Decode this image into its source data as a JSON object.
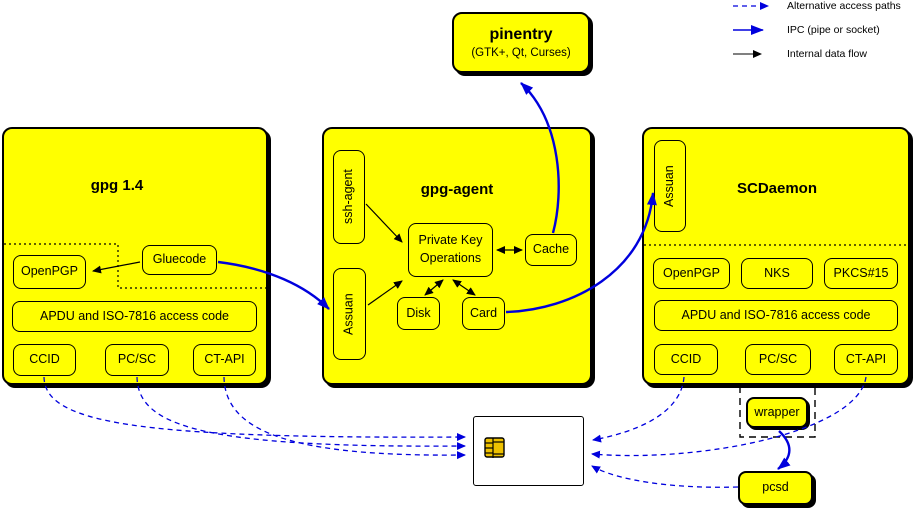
{
  "colors": {
    "fill_yellow": "#ffff00",
    "line_blue": "#0000dd",
    "line_black": "#000000",
    "chip_gold": "#eec100"
  },
  "legend": {
    "items": [
      {
        "id": "alt-paths",
        "label": "Alternative access paths"
      },
      {
        "id": "ipc",
        "label": "IPC (pipe or socket)"
      },
      {
        "id": "internal",
        "label": "Internal data flow"
      }
    ]
  },
  "pinentry": {
    "title": "pinentry",
    "subtitle": "(GTK+, Qt, Curses)"
  },
  "gpg14": {
    "title": "gpg 1.4",
    "boxes": {
      "openpgp": "OpenPGP",
      "gluecode": "Gluecode",
      "apdu": "APDU and ISO-7816 access code",
      "ccid": "CCID",
      "pcsc": "PC/SC",
      "ctapi": "CT-API"
    }
  },
  "gpg_agent": {
    "title": "gpg-agent",
    "boxes": {
      "ssh_agent": "ssh-agent",
      "assuan": "Assuan",
      "private_key_ops_lines": [
        "Private Key",
        "Operations"
      ],
      "cache": "Cache",
      "disk": "Disk",
      "card": "Card"
    }
  },
  "scdaemon": {
    "title": "SCDaemon",
    "boxes": {
      "assuan": "Assuan",
      "openpgp": "OpenPGP",
      "nks": "NKS",
      "pkcs15": "PKCS#15",
      "apdu": "APDU and ISO-7816 access code",
      "ccid": "CCID",
      "pcsc": "PC/SC",
      "ctapi": "CT-API",
      "wrapper": "wrapper"
    }
  },
  "pcsd": {
    "label": "pcsd"
  }
}
